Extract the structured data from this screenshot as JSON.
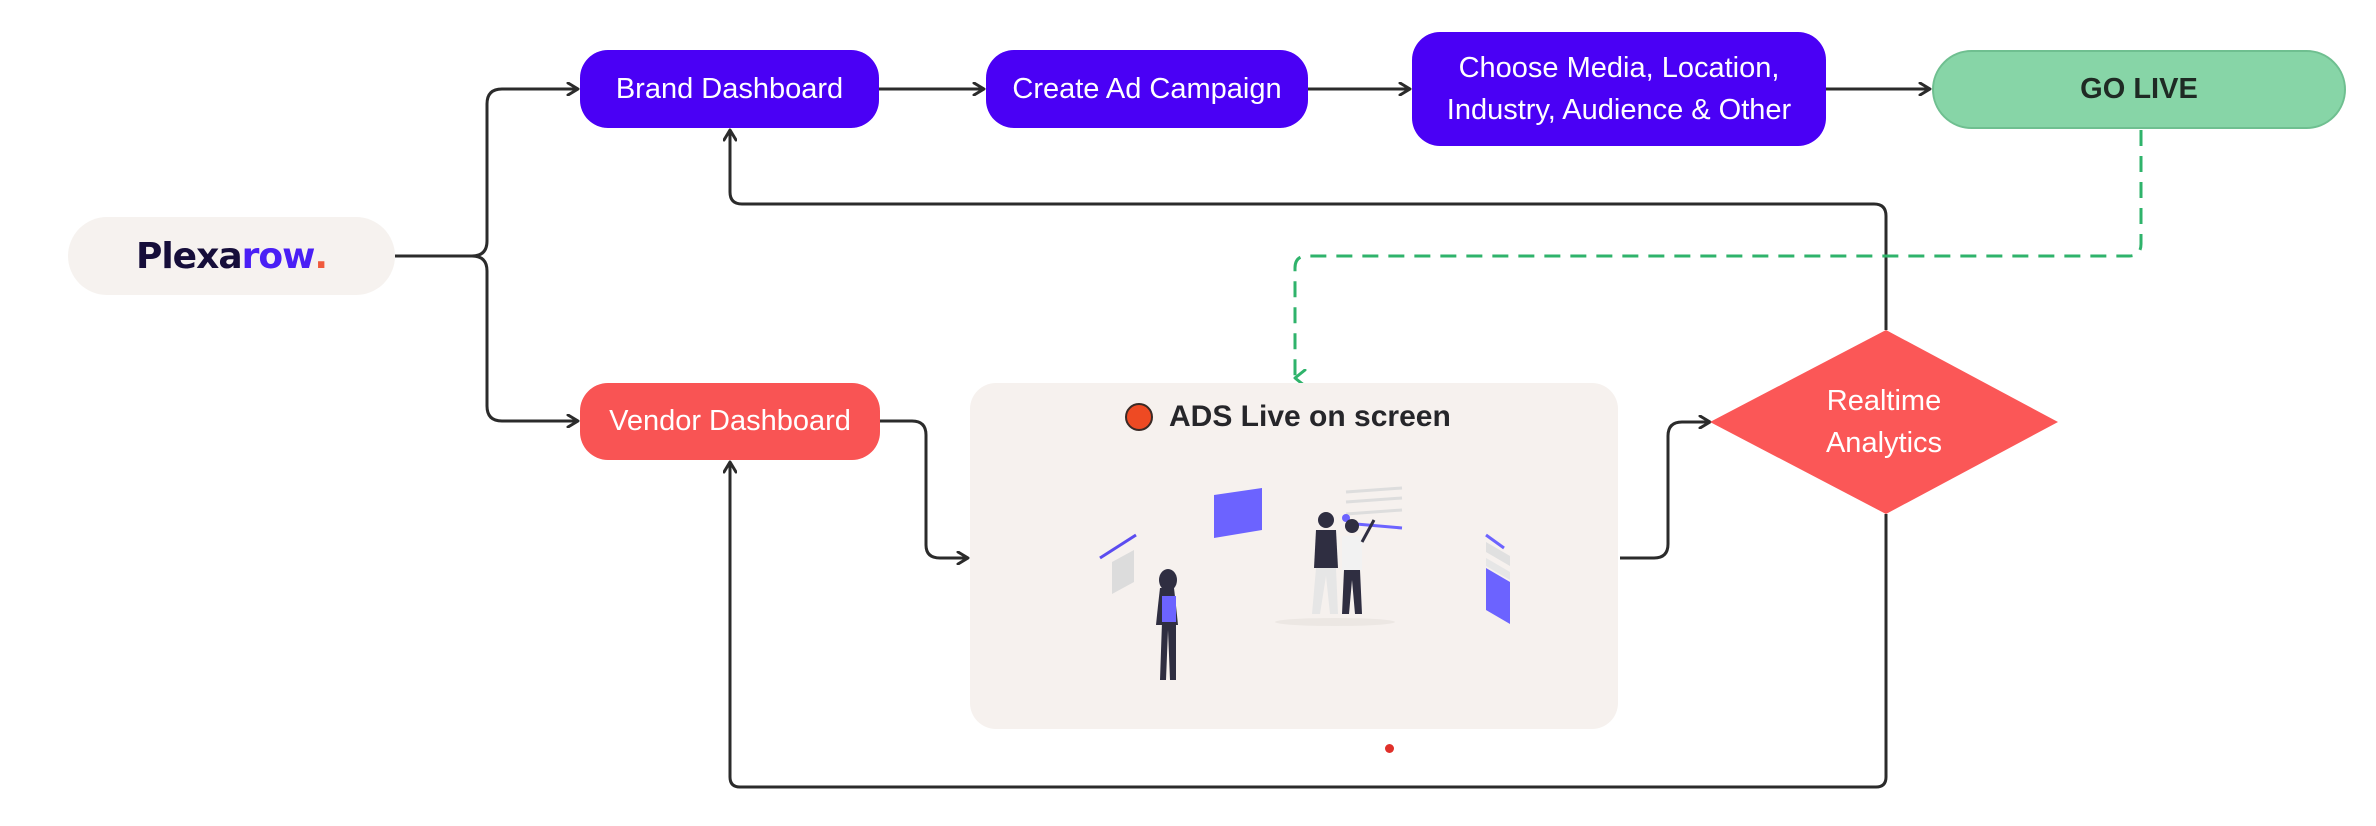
{
  "logo": {
    "part1": "Plexa",
    "part2": "row",
    "dot": "."
  },
  "nodes": {
    "brand_dashboard": "Brand Dashboard",
    "create_ad_campaign": "Create Ad Campaign",
    "choose_media_line1": "Choose Media, Location,",
    "choose_media_line2": "Industry, Audience & Other",
    "go_live": "GO LIVE",
    "vendor_dashboard": "Vendor Dashboard",
    "ads_live_title": "ADS Live on screen",
    "realtime_line1": "Realtime",
    "realtime_line2": "Analytics"
  },
  "colors": {
    "brand_blue": "#4a00f5",
    "vendor_red": "#f95454",
    "go_live_green": "#87d5a7",
    "connector": "#2b2b2b",
    "dashed_green": "#2fb36b",
    "analytics_red": "#fb5757"
  },
  "illustration": "people-viewing-screens-illustration"
}
